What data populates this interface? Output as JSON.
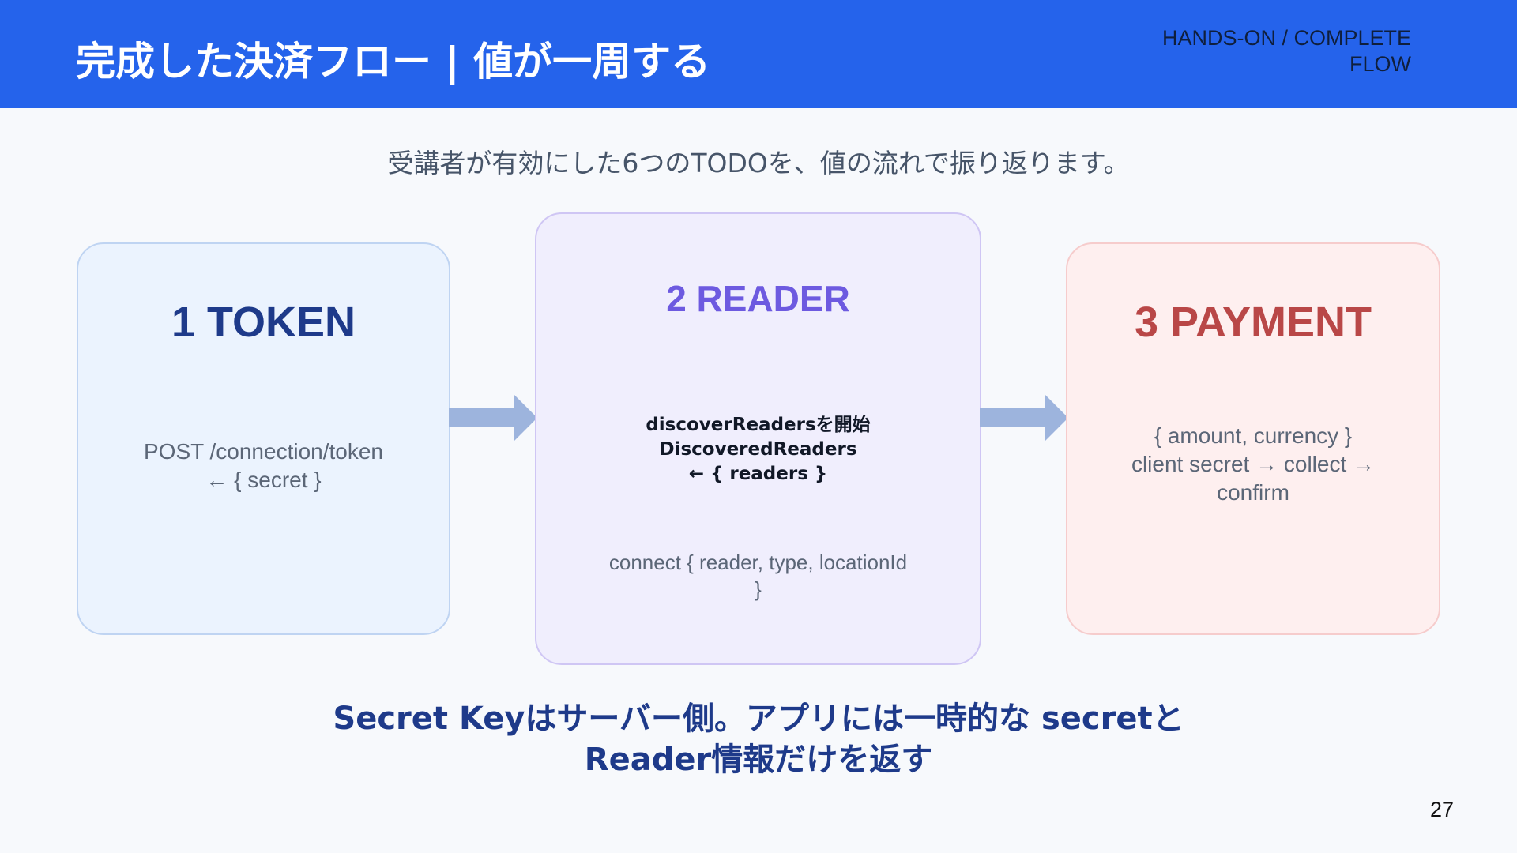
{
  "header": {
    "title": "完成した決済フロー | 値が一周する",
    "section_line1": "HANDS-ON / COMPLETE",
    "section_line2": "FLOW",
    "background_color": "#2563eb"
  },
  "subtitle": "受講者が有効にした6つのTODOを、値の流れで振り返ります。",
  "cards": {
    "token": {
      "title": "1  TOKEN",
      "line1": "POST /connection/token",
      "line2": "← { secret }",
      "accent_color": "#1e3a8a"
    },
    "reader": {
      "title": "2  READER",
      "bold_line1": "discoverReadersを開始",
      "bold_line2": "DiscoveredReaders",
      "bold_line3": "← { readers }",
      "line1": "connect { reader, type, locationId",
      "line2": "}",
      "accent_color": "#6d5ae0"
    },
    "payment": {
      "title": "3  PAYMENT",
      "line1": "{ amount, currency }",
      "line2": "client secret → collect →",
      "line3": "confirm",
      "accent_color": "#b94747"
    }
  },
  "arrows": {
    "icon": "arrow-right-icon",
    "color": "#9db4dd"
  },
  "note": {
    "line1": "Secret Keyはサーバー側。アプリには一時的な secretと",
    "line2": "Reader情報だけを返す"
  },
  "page_number": "27"
}
